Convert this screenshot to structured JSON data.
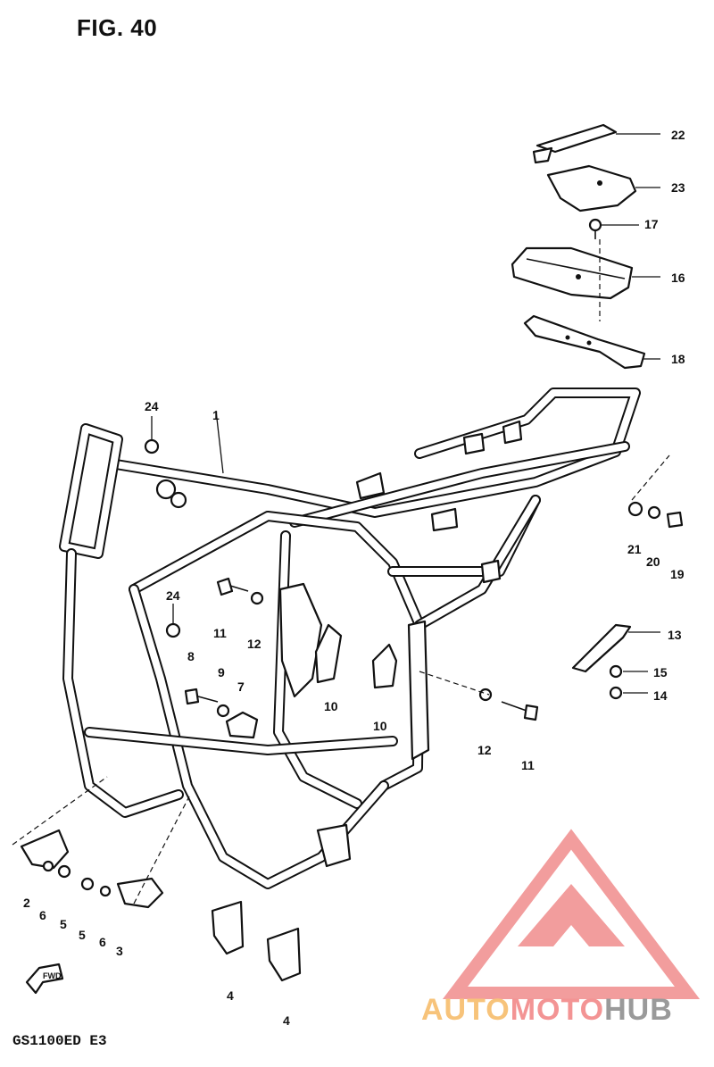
{
  "figure": {
    "title": "FIG. 40",
    "model": "GS1100ED  E3"
  },
  "callouts": [
    {
      "label": "22"
    },
    {
      "label": "23"
    },
    {
      "label": "17"
    },
    {
      "label": "16"
    },
    {
      "label": "18"
    },
    {
      "label": "24"
    },
    {
      "label": "1"
    },
    {
      "label": "21"
    },
    {
      "label": "20"
    },
    {
      "label": "19"
    },
    {
      "label": "24"
    },
    {
      "label": "11"
    },
    {
      "label": "12"
    },
    {
      "label": "8"
    },
    {
      "label": "9"
    },
    {
      "label": "7"
    },
    {
      "label": "10"
    },
    {
      "label": "10"
    },
    {
      "label": "13"
    },
    {
      "label": "15"
    },
    {
      "label": "14"
    },
    {
      "label": "12"
    },
    {
      "label": "11"
    },
    {
      "label": "2"
    },
    {
      "label": "6"
    },
    {
      "label": "5"
    },
    {
      "label": "5"
    },
    {
      "label": "6"
    },
    {
      "label": "3"
    },
    {
      "label": "4"
    },
    {
      "label": "4"
    }
  ],
  "fwd_label": "FWD",
  "watermark": {
    "part1": "AUTO",
    "part2": "MOTO",
    "part3": "HUB",
    "colors": {
      "auto": "#f7c37a",
      "moto": "#f39494",
      "hub": "#9a9a9a",
      "logo": "#f08c8c"
    }
  }
}
